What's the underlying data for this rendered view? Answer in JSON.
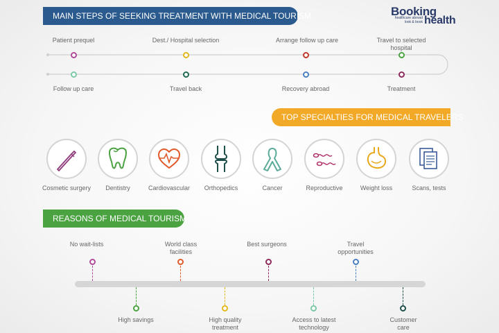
{
  "steps_section": {
    "title": "MAIN STEPS  OF SEEKING TREATMENT WITH MEDICAL TOURISM",
    "top_row": [
      {
        "label": "Patient prequel",
        "color": "#b04a9a"
      },
      {
        "label": "Dest./ Hospital selection",
        "color": "#e3b81c"
      },
      {
        "label": "Arrange follow up care",
        "color": "#c0392b"
      },
      {
        "label": "Travel to selected hospital",
        "color": "#4aa241"
      }
    ],
    "bottom_row": [
      {
        "label": "Follow up care",
        "color": "#7bc8a4"
      },
      {
        "label": "Travel back",
        "color": "#1e6b52"
      },
      {
        "label": "Recovery abroad",
        "color": "#4a7fc1"
      },
      {
        "label": "Treatment",
        "color": "#8e2a5c"
      }
    ]
  },
  "brand": {
    "name_part1": "Booking",
    "name_part2": "health",
    "tagline": "healthcare abroad look & book"
  },
  "specialties_section": {
    "title": "TOP SPECIALTIES FOR MEDICAL TRAVELERS",
    "items": [
      {
        "label": "Cosmetic surgery",
        "icon": "scalpel-icon",
        "color": "#8e3a7a"
      },
      {
        "label": "Dentistry",
        "icon": "tooth-icon",
        "color": "#4aa241"
      },
      {
        "label": "Cardiovascular",
        "icon": "heart-pulse-icon",
        "color": "#e05a2b"
      },
      {
        "label": "Orthopedics",
        "icon": "knee-joint-icon",
        "color": "#1e4f4a"
      },
      {
        "label": "Cancer",
        "icon": "ribbon-icon",
        "color": "#5aaa9a"
      },
      {
        "label": "Reproductive",
        "icon": "sperm-icon",
        "color": "#b0306a"
      },
      {
        "label": "Weight loss",
        "icon": "stomach-icon",
        "color": "#e8a81c"
      },
      {
        "label": "Scans, tests",
        "icon": "documents-icon",
        "color": "#3a5a9a"
      }
    ]
  },
  "reasons_section": {
    "title": "REASONS OF MEDICAL TOURISM",
    "above": [
      {
        "label": "No  wait-lists",
        "color": "#b04a9a"
      },
      {
        "label": "World class facilities",
        "color": "#e05a2b"
      },
      {
        "label": "Best surgeons",
        "color": "#8e2a5c"
      },
      {
        "label": "Travel opportunities",
        "color": "#4a7fc1"
      }
    ],
    "below": [
      {
        "label": "High savings",
        "color": "#4aa241"
      },
      {
        "label": "High quality treatment",
        "color": "#e3b81c"
      },
      {
        "label": "Access to latest technology",
        "color": "#7bc8a4"
      },
      {
        "label": "Customer care",
        "color": "#1e4f4a"
      }
    ]
  }
}
